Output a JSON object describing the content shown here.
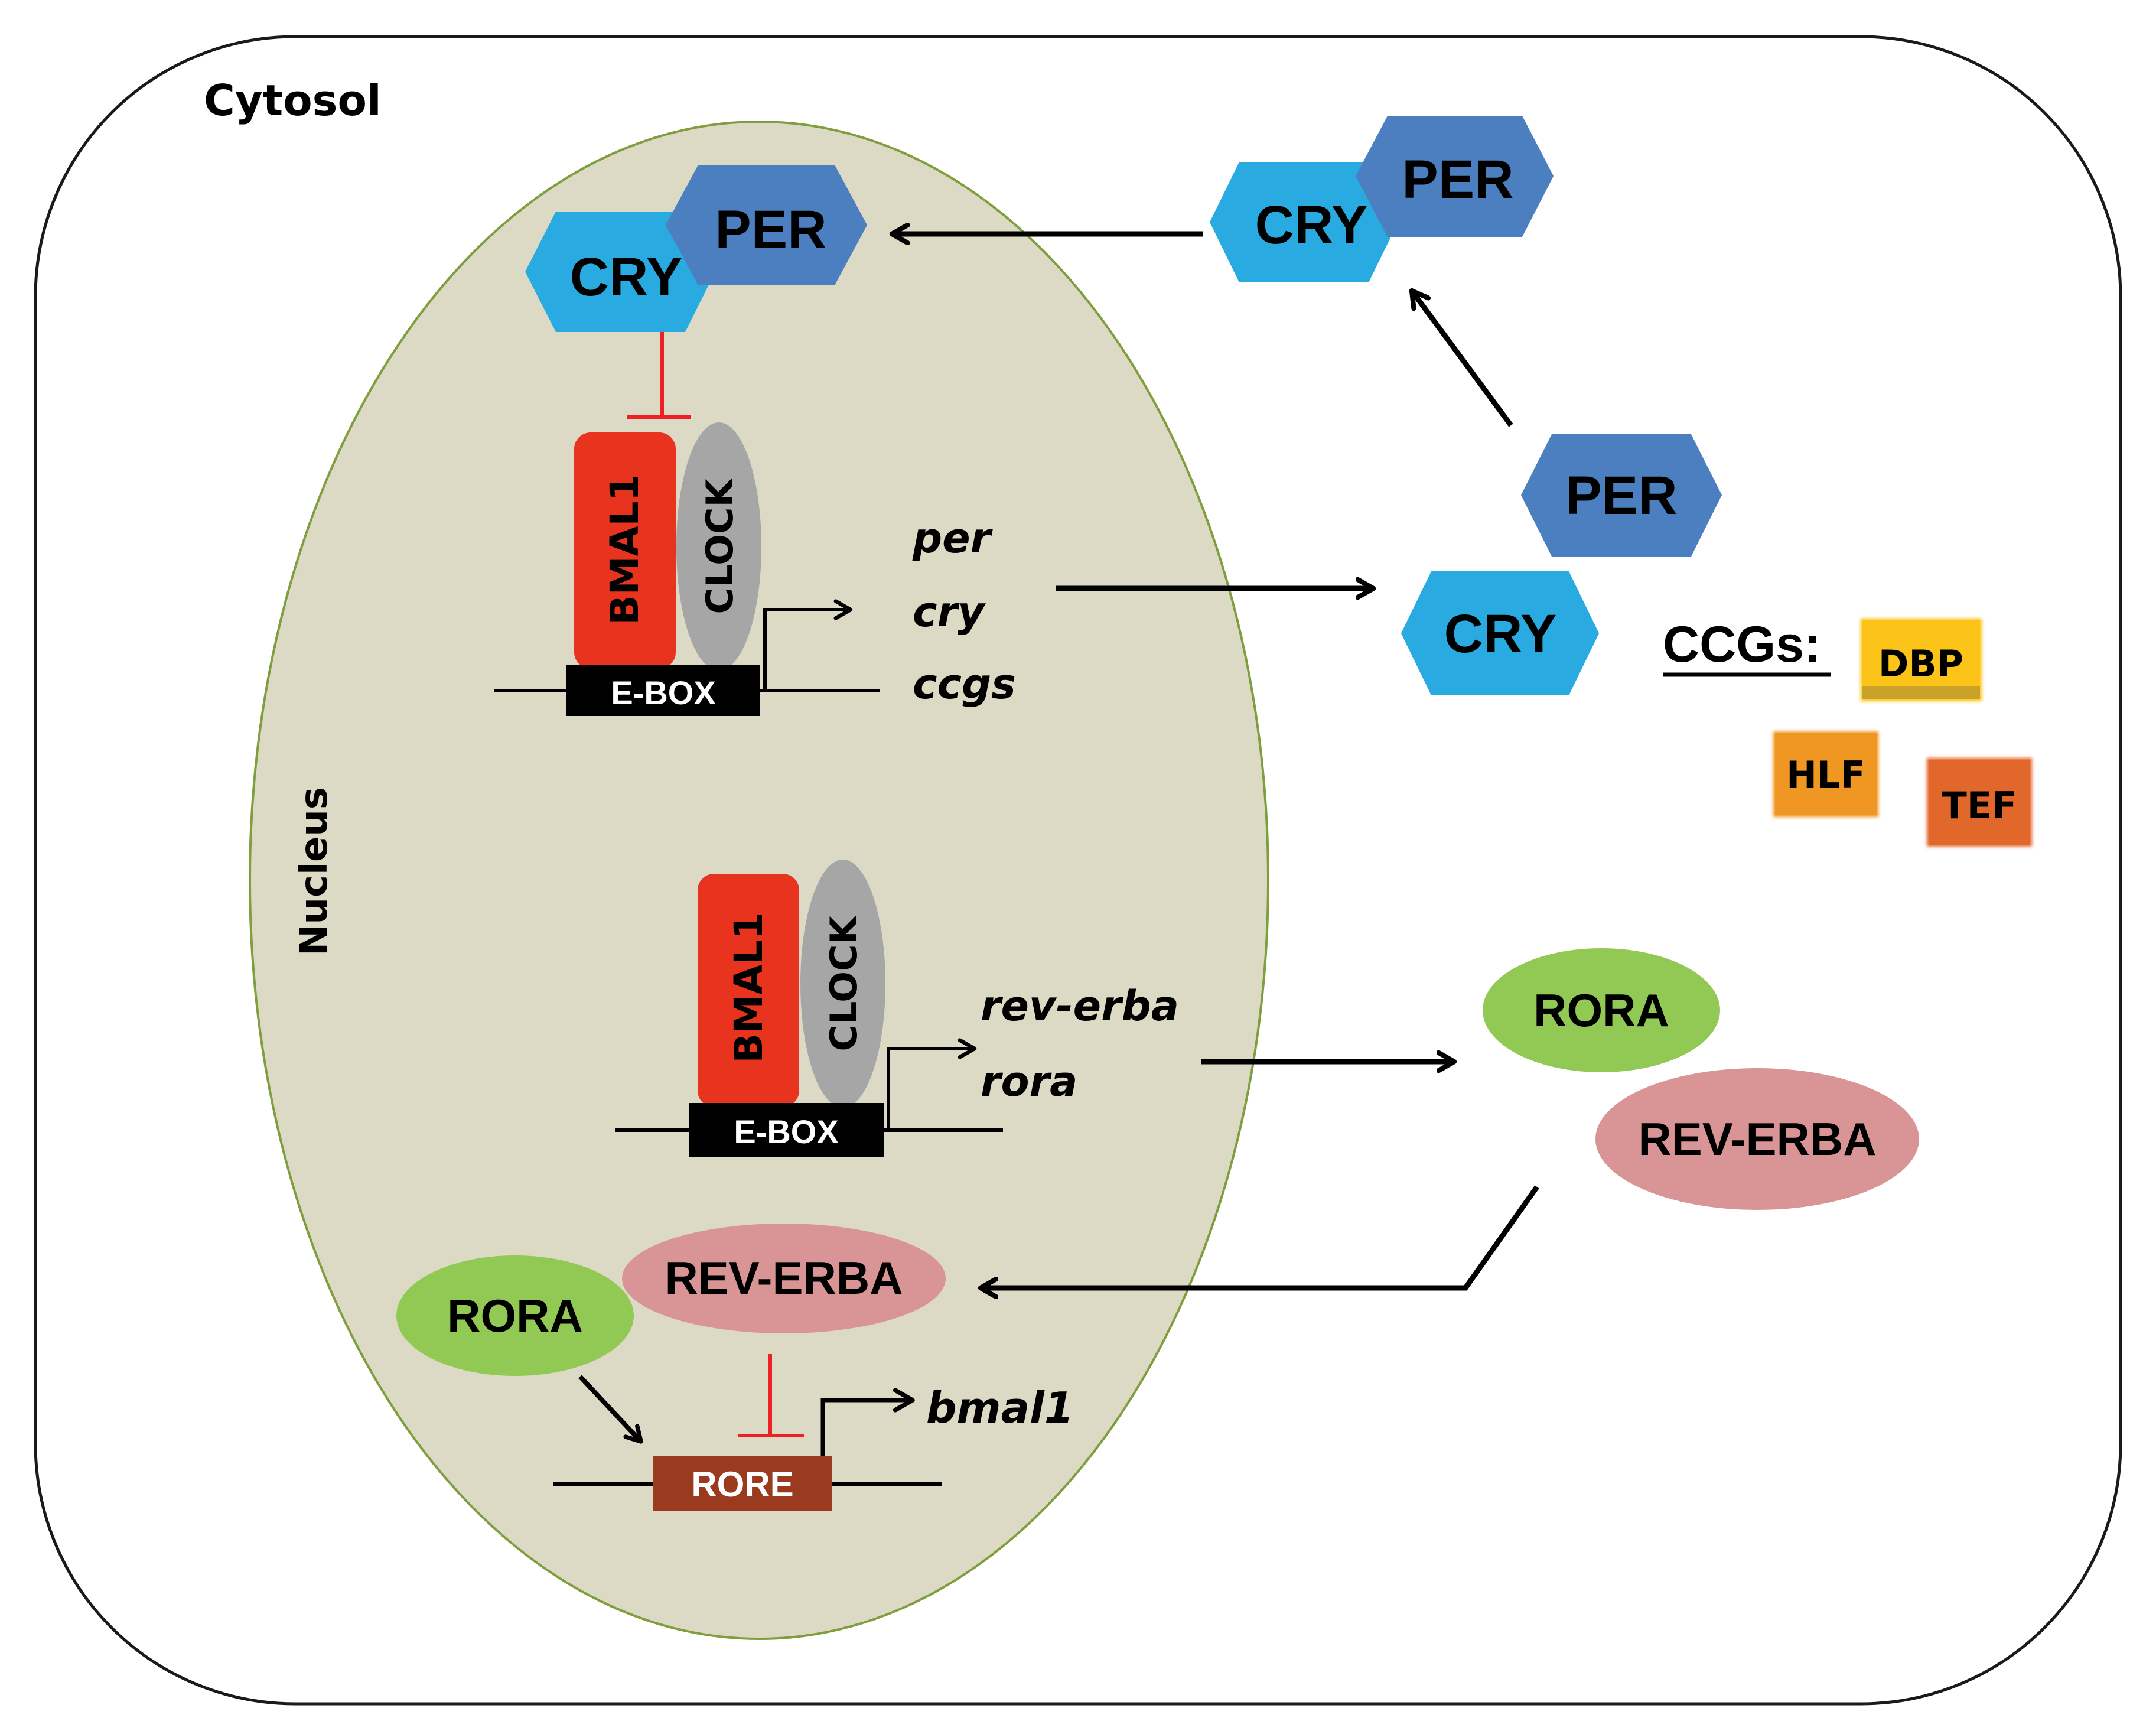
{
  "figure": {
    "title_region": "Cytosol",
    "nucleus_label": "Nucleus",
    "colors": {
      "nucleus_fill": "#dcd9c4",
      "nucleus_stroke": "#7f9e3d",
      "cry": "#29abe2",
      "per": "#4b7fbf",
      "bmal1": "#e8341f",
      "clock": "#a6a6a6",
      "ebox": "#000000",
      "rore": "#9a3b20",
      "rora": "#92c955",
      "rev_erba": "#d99596",
      "inhibit": "#ee2024",
      "dbp": "#fcc419",
      "hlf": "#ef9722",
      "tef": "#e2672a",
      "arrow": "#000000"
    }
  },
  "nucleus": {
    "complex_top": {
      "cry": "CRY",
      "per": "PER"
    },
    "gene_block_1": {
      "activator": "BMAL1",
      "partner": "CLOCK",
      "element": "E-BOX",
      "targets": [
        "per",
        "cry",
        "ccgs"
      ]
    },
    "gene_block_2": {
      "activator": "BMAL1",
      "partner": "CLOCK",
      "element": "E-BOX",
      "targets": [
        "rev-erba",
        "rora"
      ]
    },
    "gene_block_3": {
      "activator": "RORA",
      "repressor": "REV-ERBA",
      "element": "RORE",
      "target": "bmal1"
    }
  },
  "cytosol": {
    "complex": {
      "cry": "CRY",
      "per": "PER"
    },
    "monomers": {
      "per": "PER",
      "cry": "CRY"
    },
    "ccgs": {
      "heading": "CCGs:",
      "items": [
        "DBP",
        "HLF",
        "TEF"
      ]
    },
    "nuclear_receptors": {
      "rora": "RORA",
      "rev_erba": "REV-ERBA"
    }
  }
}
